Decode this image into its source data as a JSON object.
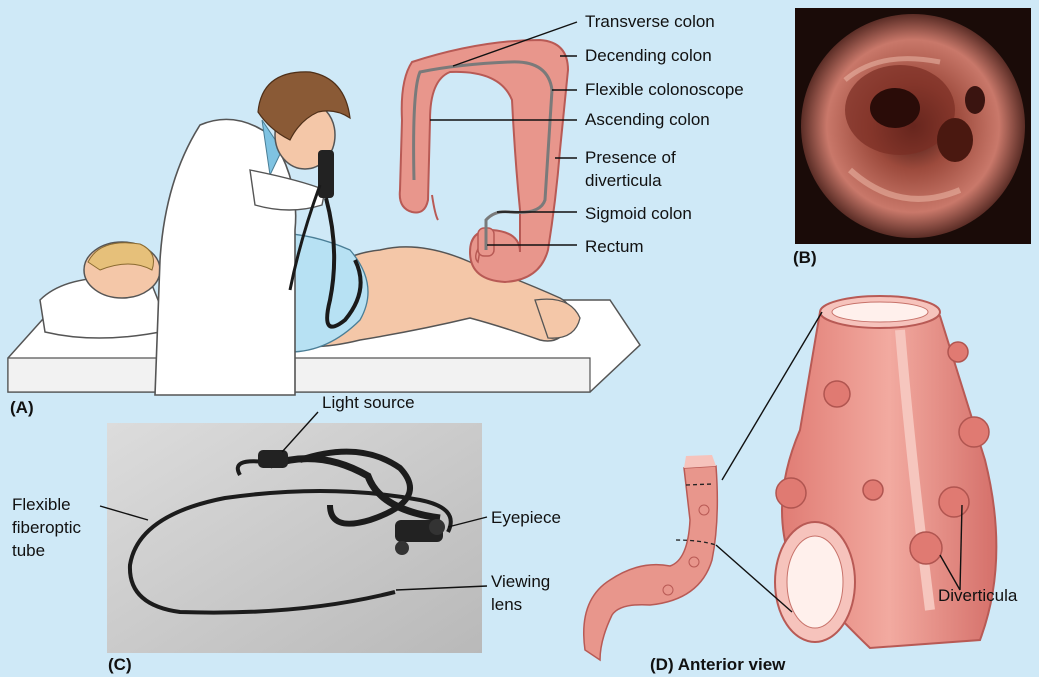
{
  "panels": {
    "a": "(A)",
    "b": "(B)",
    "c": "(C)",
    "d": "(D) Anterior view"
  },
  "labels_a": {
    "transverse": "Transverse colon",
    "descending": "Decending colon",
    "colonoscope": "Flexible colonoscope",
    "ascending": "Ascending colon",
    "diverticula_line1": "Presence of",
    "diverticula_line2": "diverticula",
    "sigmoid": "Sigmoid colon",
    "rectum": "Rectum"
  },
  "labels_c": {
    "light_source": "Light source",
    "tube_line1": "Flexible",
    "tube_line2": "fiberoptic",
    "tube_line3": "tube",
    "eyepiece": "Eyepiece",
    "lens_line1": "Viewing",
    "lens_line2": "lens"
  },
  "labels_d": {
    "diverticula": "Diverticula"
  },
  "colors": {
    "background": "#cfe9f7",
    "colon_fill": "#e8968c",
    "colon_stroke": "#b85a55",
    "photo_dark": "#1a0b08",
    "skin": "#f4c7a8"
  }
}
